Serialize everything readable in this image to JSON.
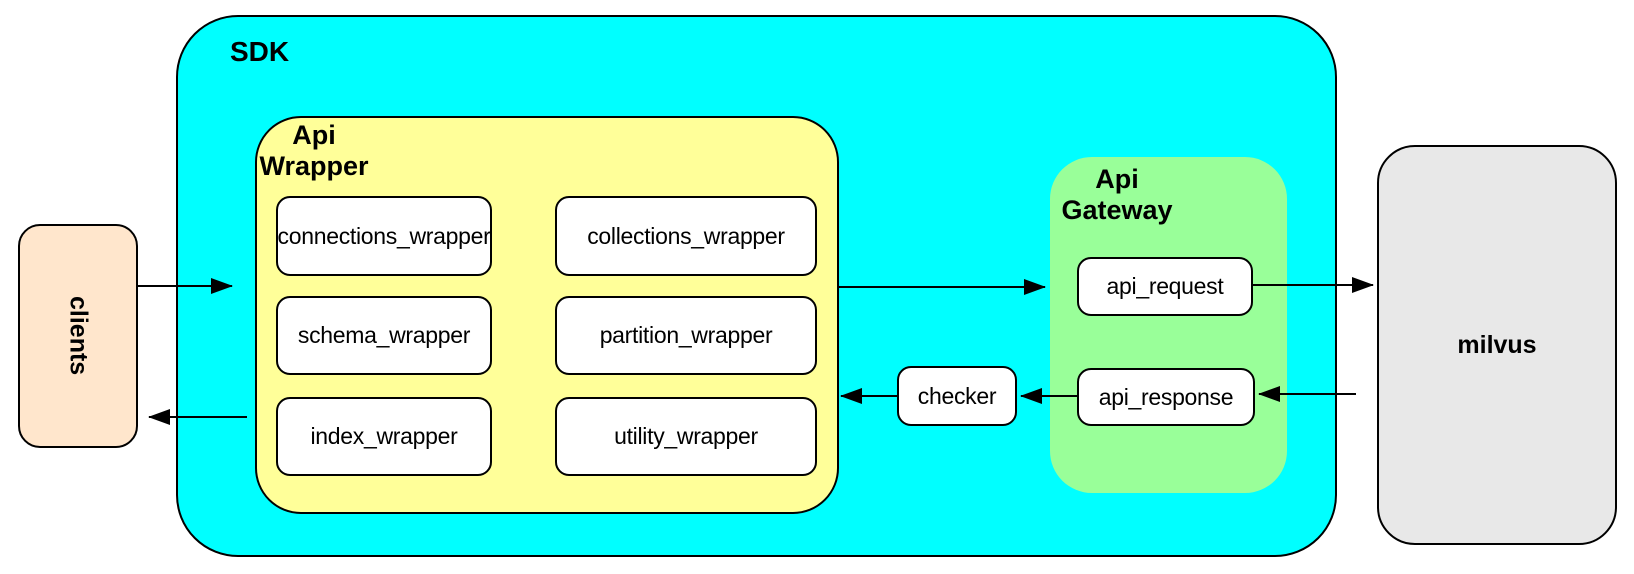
{
  "nodes": {
    "clients": {
      "label": "clients"
    },
    "sdk": {
      "label": "SDK"
    },
    "api_wrapper": {
      "label": "Api\nWrapper",
      "boxes": [
        "connections_wrapper",
        "collections_wrapper",
        "schema_wrapper",
        "partition_wrapper",
        "index_wrapper",
        "utility_wrapper"
      ]
    },
    "checker": {
      "label": "checker"
    },
    "api_gateway": {
      "label": "Api\nGateway",
      "boxes": [
        "api_request",
        "api_response"
      ]
    },
    "milvus": {
      "label": "milvus"
    }
  },
  "colors": {
    "sdk_fill": "#00ffff",
    "api_wrapper_fill": "#ffff99",
    "api_gateway_fill": "#99ff99",
    "clients_fill": "#ffe6cc",
    "milvus_fill": "#e8e8e8",
    "box_fill": "#ffffff",
    "border": "#000000"
  }
}
